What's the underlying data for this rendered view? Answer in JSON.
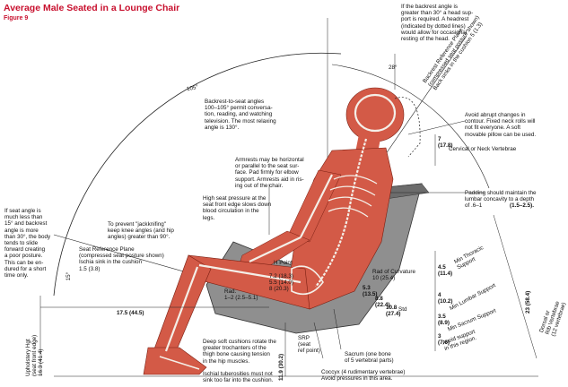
{
  "header": {
    "title": "Average Male Seated in a Lounge Chair",
    "figure": "Figure 9"
  },
  "colors": {
    "title": "#c8102e",
    "body": "#d35a47",
    "seat": "#8f8f8f",
    "seat_dark": "#6c6c6c",
    "line": "#222222",
    "bone": "#f4efe8"
  },
  "annotations": {
    "head_support": "If the backrest angle is\ngreater than 30° a head sup-\nport is required. A headrest\n(indicated by dotted lines)\nwould allow for occasional\nresting of the head.",
    "backrest_angles": "Backrest-to-seat angles\n100–105° permit conversa-\ntion, reading, and watching\ntelevision. The most relaxing\nangle is 130°.",
    "abrupt_changes": "Avoid abrupt changes in\ncontour. Fixed neck rolls will\nnot fit everyone. A soft\nmovable pillow can be used.",
    "cervical": "Cervical or Neck Vertebrae",
    "armrests": "Armrests may be horizontal\nor parallel to the seat sur-\nface. Pad firmly for elbow\nsupport. Armrests aid in ris-\ning out of the chair.",
    "padding": "Padding should maintain the\nlumbar concavity to a depth\nof .6–1",
    "padding_value": "(1.5–2.5).",
    "high_pressure": "High seat pressure at the\nseat front edge slows down\nblood circulation in the\nlegs.",
    "jackknifing": "To prevent \"jackknifing\"\nkeep knee angles (and hip\nangles) greater than 90°.",
    "seat_angle": "If seat angle is\nmuch less than\n15° and backrest\nangle is more\nthan 30°, the body\ntends to slide\nforward creating\na poor posture.\nThis can be en-\ndured for a short\ntime only.",
    "seat_ref_plane": "Seat Reference Plane\n(compressed seat posture shown)\nIschia sink in the cushion\n1.5 (3.8)",
    "backrest_ref_plane": "Backrest Reference Plane\n(compressed seat posture shown)\nBack sinks in the cushion 5 (1.3)",
    "deep_cushions": "Deep soft cushions rotate the\ngreater trochanters of the\nthigh bone causing tension\nin the hip muscles.",
    "ischial": "Ischial tuberosities must not\nsink too far into the cushion.",
    "coccyx": "Coccyx (4 rudimentary vertebrae)\nAvoid pressures in this area.",
    "sacrum": "Sacrum (one bone\nof 5 vertebral parts)",
    "srp": "SRP\n(seat\nref point)",
    "h_point": "H Point",
    "rad_curvature": "Rad of Curvature\n10 (25.4)",
    "rad_seat": "Rad.\n1–2 (2.5–5.1)",
    "upholstery": "Upholstery Hgt\n(seat front edge)\n16.3 (41.4)",
    "dim_17_5": "17.5 (44.5)",
    "dim_11_9": "11.9 (30.2)",
    "dim_23": "23 (58.4)",
    "dim_hip": "7.2 (18.3)\n5.5 (14.0)\n8 (20.3)",
    "min_thoracic": "Min Thoracic\nSupport",
    "min_lumbar": "Min Lumbar Support",
    "min_sacrum": "Min Sacrum Support",
    "avoid_support": "Avoid support\nin this region.",
    "dorsal": "Dorsal or\nRib Vertebrae\n(12 vertebrae)",
    "dim_thoracic": "4.5\n(11.4)",
    "dim_lumbar": "4\n(10.2)",
    "dim_sacrum": "3.5\n(8.9)",
    "dim_avoid": "3\n(7.6)",
    "dim_5_3": "5.3\n(13.5)",
    "dim_8_8": "8.8\n(22.4)",
    "dim_10_8": "10.8\n(27.4)",
    "angle_105": "105°",
    "angle_28": "28°",
    "angle_15": "15°",
    "cervical_dim": "7\n(17.8)",
    "std": "Std"
  }
}
